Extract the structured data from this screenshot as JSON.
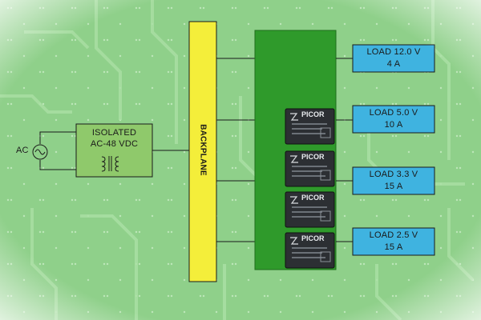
{
  "source": {
    "label": "AC"
  },
  "converter": {
    "line1": "ISOLATED",
    "line2": "AC-48 VDC"
  },
  "backplane": {
    "label": "BACKPLANE"
  },
  "modules": [
    {
      "brand": "PICOR"
    },
    {
      "brand": "PICOR"
    },
    {
      "brand": "PICOR"
    },
    {
      "brand": "PICOR"
    }
  ],
  "loads": [
    {
      "line1": "LOAD 12.0 V",
      "line2": "4 A"
    },
    {
      "line1": "LOAD 5.0 V",
      "line2": "10 A"
    },
    {
      "line1": "LOAD 3.3 V",
      "line2": "15 A"
    },
    {
      "line1": "LOAD 2.5 V",
      "line2": "15 A"
    }
  ],
  "colors": {
    "board": "#8fd08a",
    "board_dark": "#7cc276",
    "trace": "#a9dfa3",
    "converter_fill": "#8fc96b",
    "backplane_fill": "#f4ee3a",
    "bus_fill": "#2f9a2b",
    "load_fill": "#3fb3e0",
    "module_fill": "#2c2f33"
  }
}
